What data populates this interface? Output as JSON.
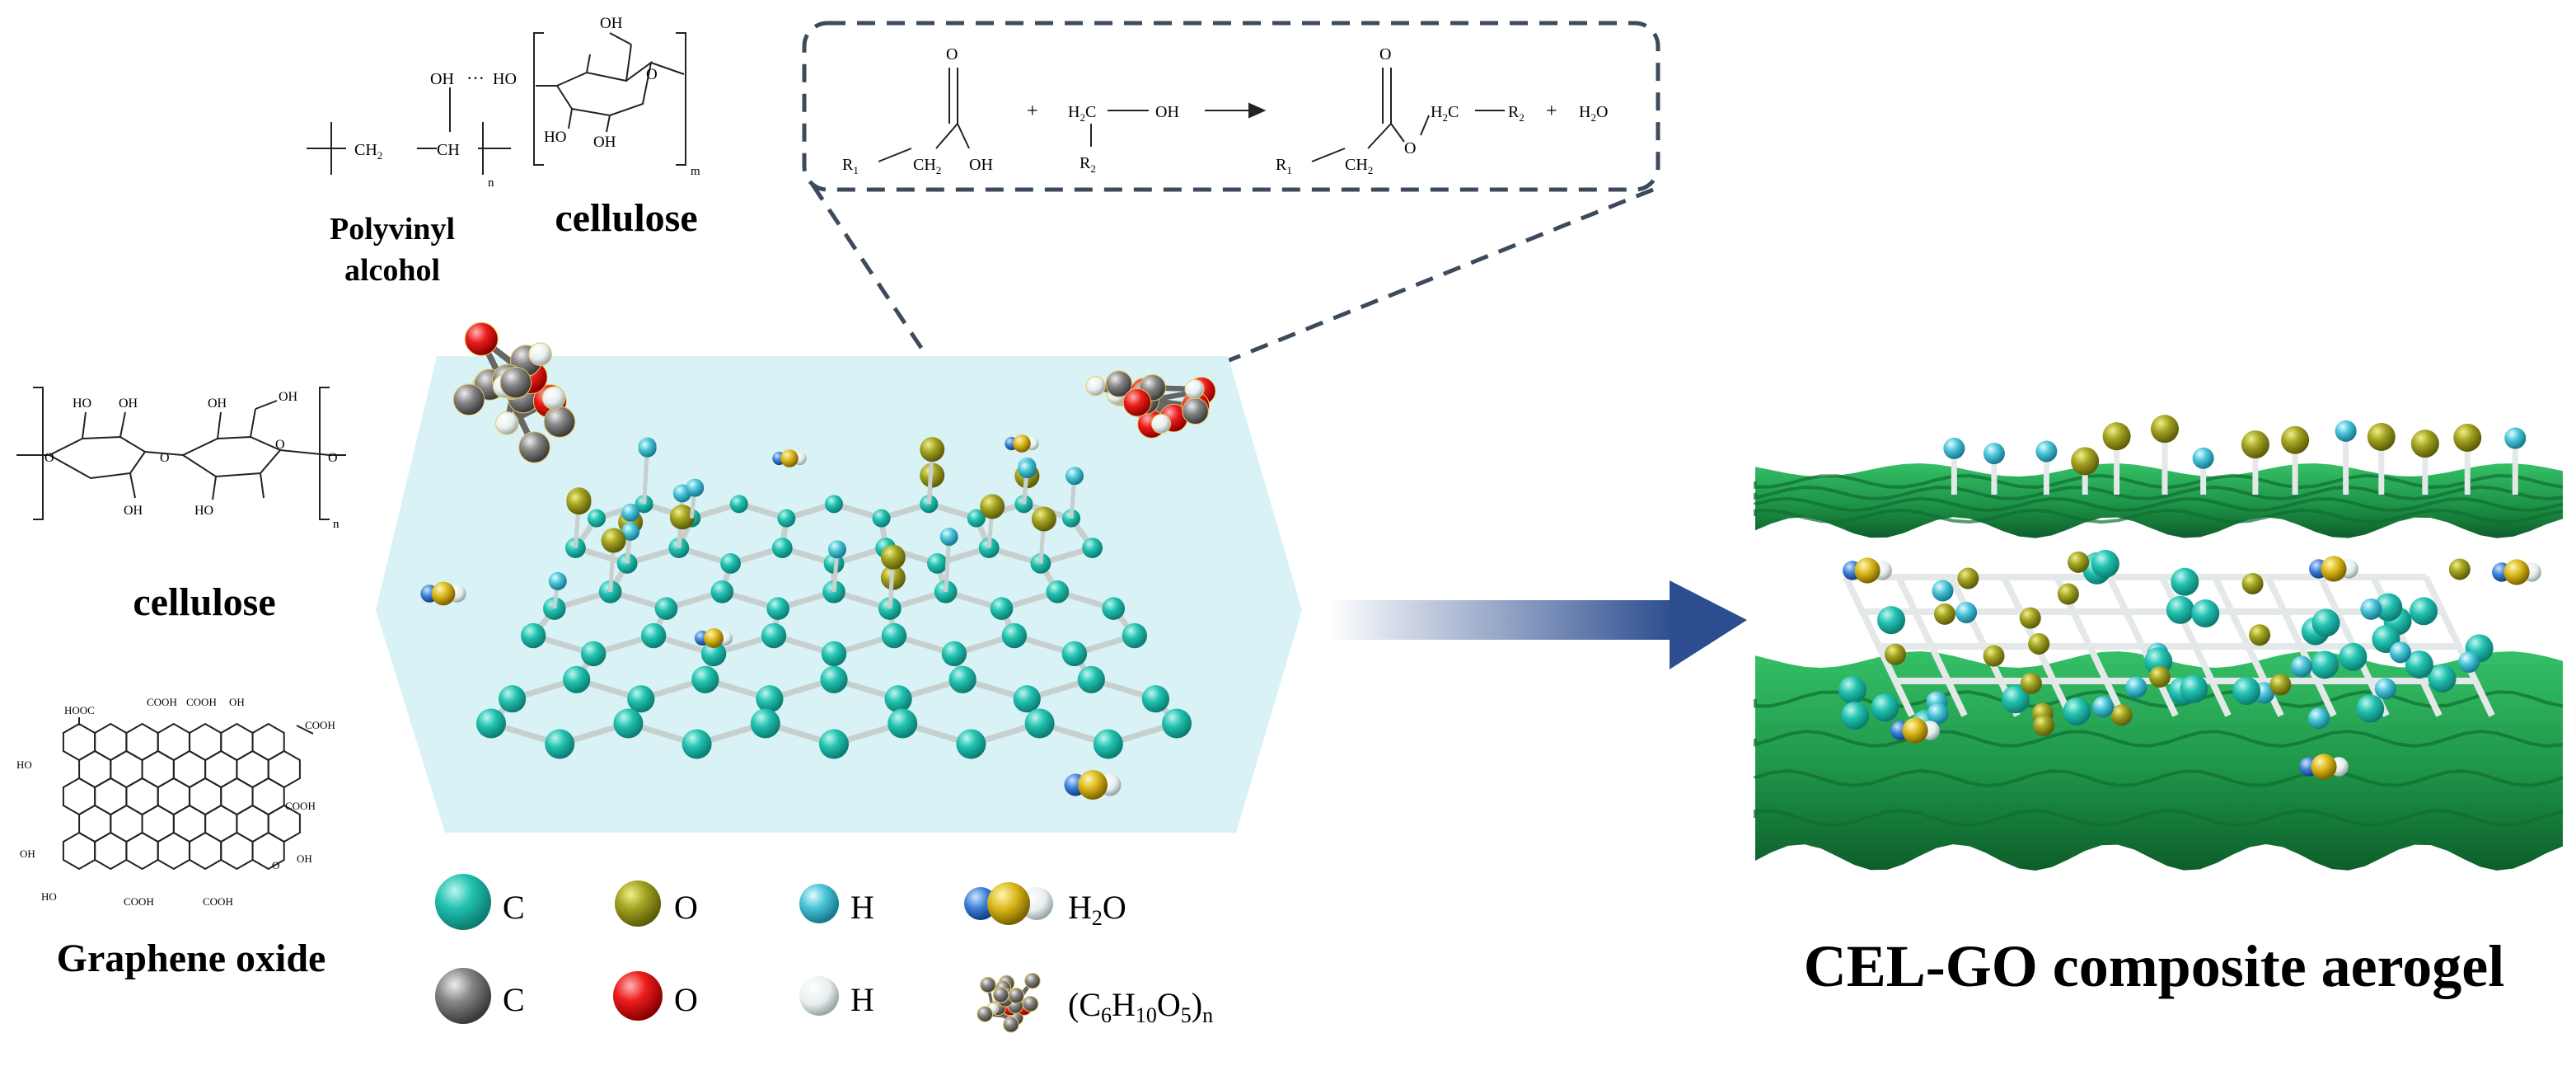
{
  "labels": {
    "pva_name_line1": "Polyvinyl",
    "pva_name_line2": "alcohol",
    "cellulose_top": "cellulose",
    "cellulose_left": "cellulose",
    "graphene_oxide": "Graphene oxide",
    "result_title": "CEL-GO composite aerogel"
  },
  "pva_structure": {
    "oh": "OH",
    "h_bond": "···",
    "ho": "HO",
    "ch2": "CH",
    "ch2_sub": "2",
    "ch": "CH",
    "n": "n"
  },
  "cellulose_top_structure": {
    "oh_a": "OH",
    "oh_b": "HO",
    "oh_c": "OH",
    "o_ring": "O",
    "m": "m"
  },
  "cellulose_left_structure": {
    "ho1": "HO",
    "oh1": "OH",
    "oh2": "OH",
    "oh3": "OH",
    "ho2": "HO",
    "o1": "O",
    "o2": "O",
    "o3": "O",
    "o4": "O",
    "n": "n",
    "oh4": "OH"
  },
  "go_structure": {
    "hooc": "HOOC",
    "cooh1": "COOH",
    "cooh2": "COOH",
    "oh1": "OH",
    "cooh3": "COOH",
    "ho1": "HO",
    "oh2": "OH",
    "cooh4": "COOH",
    "ho2": "HO",
    "oh3": "OH",
    "cooh5": "COOH",
    "cooh6": "COOH",
    "o_label": "O"
  },
  "reaction": {
    "r1a": "R",
    "r1a_sub": "1",
    "ch2a": "CH",
    "ch2a_sub": "2",
    "o_a": "O",
    "oh_a": "OH",
    "plus1": "+",
    "h2c": "H",
    "h2c_sub": "2",
    "h2c_c": "C",
    "oh_b": "OH",
    "r2a": "R",
    "r2a_sub": "2",
    "r1b": "R",
    "r1b_sub": "1",
    "ch2b": "CH",
    "ch2b_sub": "2",
    "o_b": "O",
    "o_c": "O",
    "h2c2": "H",
    "h2c2_sub": "2",
    "h2c2_c": "C",
    "r2b": "R",
    "r2b_sub": "2",
    "plus2": "+",
    "water": "H",
    "water_sub": "2",
    "water_o": "O"
  },
  "legend": {
    "c_cyan": "C",
    "o_olive": "O",
    "h_cyan": "H",
    "h2o": "H",
    "h2o_sub": "2",
    "h2o_o": "O",
    "c_gray": "C",
    "o_red": "O",
    "h_white": "H",
    "formula_open": "(C",
    "formula_6": "6",
    "formula_h": "H",
    "formula_10": "10",
    "formula_o": "O",
    "formula_5": "5",
    "formula_close": ")",
    "formula_n": "n"
  },
  "colors": {
    "atom_c_cyan": "#1fb8a8",
    "atom_o_olive": "#9a9a1a",
    "atom_h_cyan": "#4fc8d8",
    "atom_c_gray": "#7a7a7a",
    "atom_o_red": "#e01818",
    "atom_h_white": "#e8eeee",
    "panel": "#d9f2f5",
    "sheet_green": "#1f9a4a",
    "arrow_blue": "#2c4d8f",
    "zoom_dash": "#3d4a5c"
  }
}
